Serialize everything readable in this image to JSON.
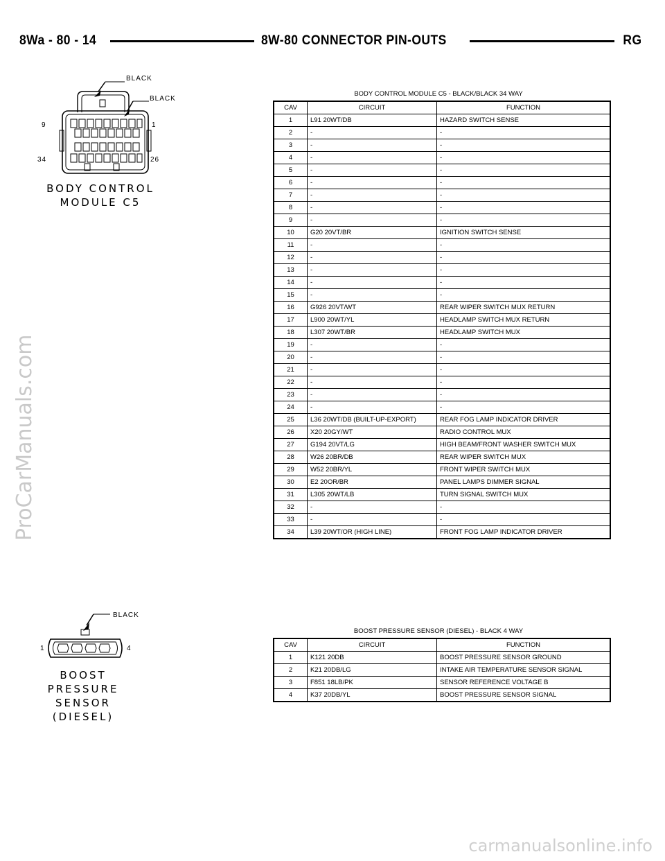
{
  "header": {
    "left": "8Wa - 80 - 14",
    "center": "8W-80 CONNECTOR PIN-OUTS",
    "right": "RG"
  },
  "watermarks": {
    "side": "ProCarManuals.com",
    "bottom": "carmanualsonline.info"
  },
  "bcm_connector": {
    "label_line1": "BODY CONTROL",
    "label_line2": "MODULE C5",
    "color_top": "BLACK",
    "color_side": "BLACK",
    "pin_9": "9",
    "pin_1": "1",
    "pin_34": "34",
    "pin_26": "26"
  },
  "bcm_table": {
    "title": "BODY CONTROL MODULE C5 - BLACK/BLACK 34 WAY",
    "headers": [
      "CAV",
      "CIRCUIT",
      "FUNCTION"
    ],
    "rows": [
      [
        "1",
        "L91 20WT/DB",
        "HAZARD SWITCH SENSE"
      ],
      [
        "2",
        "-",
        "-"
      ],
      [
        "3",
        "-",
        "-"
      ],
      [
        "4",
        "-",
        "-"
      ],
      [
        "5",
        "-",
        "-"
      ],
      [
        "6",
        "-",
        "-"
      ],
      [
        "7",
        "-",
        "-"
      ],
      [
        "8",
        "-",
        "-"
      ],
      [
        "9",
        "-",
        "-"
      ],
      [
        "10",
        "G20 20VT/BR",
        "IGNITION SWITCH SENSE"
      ],
      [
        "11",
        "-",
        "-"
      ],
      [
        "12",
        "-",
        "-"
      ],
      [
        "13",
        "-",
        "-"
      ],
      [
        "14",
        "-",
        "-"
      ],
      [
        "15",
        "-",
        "-"
      ],
      [
        "16",
        "G926 20VT/WT",
        "REAR WIPER SWITCH MUX RETURN"
      ],
      [
        "17",
        "L900 20WT/YL",
        "HEADLAMP SWITCH MUX RETURN"
      ],
      [
        "18",
        "L307 20WT/BR",
        "HEADLAMP SWITCH MUX"
      ],
      [
        "19",
        "-",
        "-"
      ],
      [
        "20",
        "-",
        "-"
      ],
      [
        "21",
        "-",
        "-"
      ],
      [
        "22",
        "-",
        "-"
      ],
      [
        "23",
        "-",
        "-"
      ],
      [
        "24",
        "-",
        "-"
      ],
      [
        "25",
        "L36 20WT/DB (BUILT-UP-EXPORT)",
        "REAR FOG LAMP INDICATOR DRIVER"
      ],
      [
        "26",
        "X20 20GY/WT",
        "RADIO CONTROL MUX"
      ],
      [
        "27",
        "G194 20VT/LG",
        "HIGH BEAM/FRONT WASHER SWITCH MUX"
      ],
      [
        "28",
        "W26 20BR/DB",
        "REAR WIPER SWITCH MUX"
      ],
      [
        "29",
        "W52 20BR/YL",
        "FRONT WIPER SWITCH MUX"
      ],
      [
        "30",
        "E2 20OR/BR",
        "PANEL LAMPS DIMMER SIGNAL"
      ],
      [
        "31",
        "L305 20WT/LB",
        "TURN SIGNAL SWITCH MUX"
      ],
      [
        "32",
        "-",
        "-"
      ],
      [
        "33",
        "-",
        "-"
      ],
      [
        "34",
        "L39 20WT/OR (HIGH LINE)",
        "FRONT FOG LAMP INDICATOR DRIVER"
      ]
    ]
  },
  "boost_connector": {
    "label_line1": "BOOST",
    "label_line2": "PRESSURE",
    "label_line3": "SENSOR",
    "label_line4": "(DIESEL)",
    "color_top": "BLACK",
    "pin_1": "1",
    "pin_4": "4"
  },
  "boost_table": {
    "title": "BOOST PRESSURE SENSOR (DIESEL) - BLACK 4 WAY",
    "headers": [
      "CAV",
      "CIRCUIT",
      "FUNCTION"
    ],
    "rows": [
      [
        "1",
        "K121 20DB",
        "BOOST PRESSURE SENSOR GROUND"
      ],
      [
        "2",
        "K21 20DB/LG",
        "INTAKE AIR TEMPERATURE SENSOR SIGNAL"
      ],
      [
        "3",
        "F851 18LB/PK",
        "SENSOR REFERENCE VOLTAGE B"
      ],
      [
        "4",
        "K37 20DB/YL",
        "BOOST PRESSURE SENSOR SIGNAL"
      ]
    ]
  }
}
